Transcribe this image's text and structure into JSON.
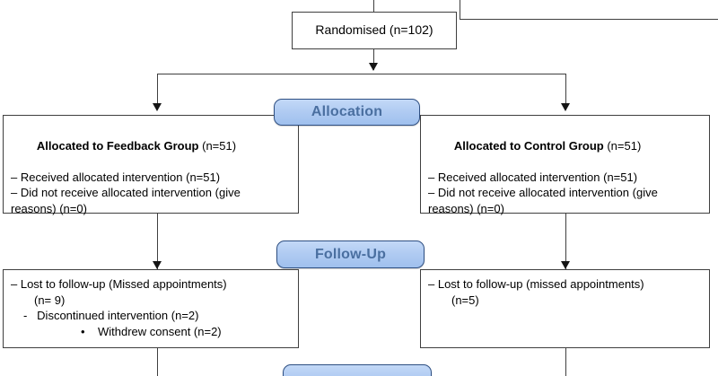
{
  "diagram": {
    "title": "CONSORT participant flow diagram",
    "colors": {
      "banner_fill": "#b0cbf2",
      "banner_border": "#2e4f82",
      "banner_text": "#4a6fa0",
      "box_border": "#3f3f3f",
      "box_fill": "#ffffff",
      "line": "#3f3f3f",
      "text": "#000000"
    }
  },
  "randomised": {
    "label": "Randomised (n=102)"
  },
  "stages": {
    "allocation": "Allocation",
    "followup": "Follow-Up"
  },
  "allocation": {
    "left": {
      "heading": "Allocated to Feedback Group",
      "heading_count": " (n=51)",
      "lines": [
        "– Received allocated intervention (n=51)",
        "– Did not receive allocated intervention (give",
        "reasons) (n=0)"
      ]
    },
    "right": {
      "heading": "Allocated to Control Group",
      "heading_count": " (n=51)",
      "lines": [
        "– Received allocated intervention (n=51)",
        "– Did not receive allocated intervention (give",
        "reasons) (n=0)"
      ]
    }
  },
  "followup": {
    "left": {
      "lines": [
        "– Lost to follow-up (Missed appointments)",
        "(n= 9)",
        "-   Discontinued intervention (n=2)",
        "•    Withdrew consent (n=2)"
      ]
    },
    "right": {
      "lines": [
        "– Lost to follow-up (missed appointments)",
        "(n=5)"
      ]
    }
  }
}
